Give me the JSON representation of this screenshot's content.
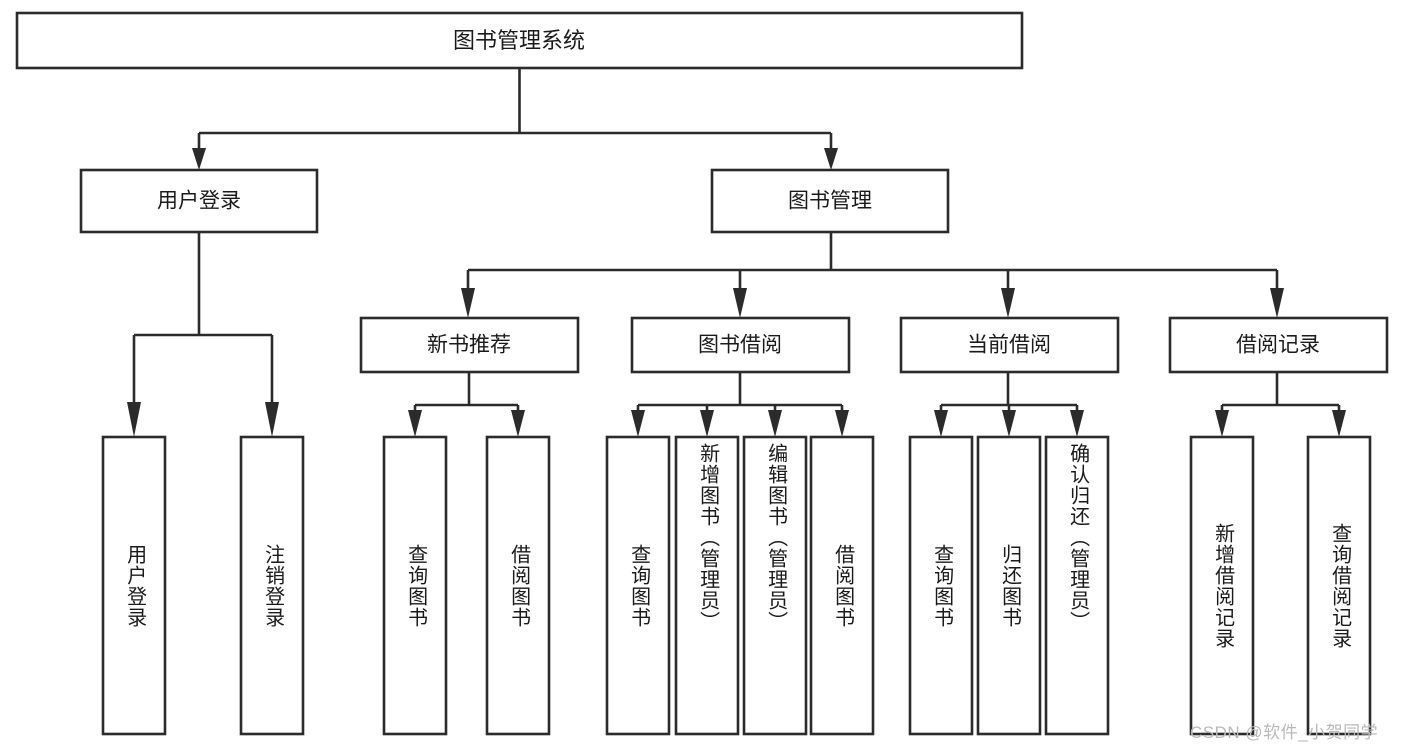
{
  "diagram": {
    "type": "tree-hierarchy",
    "title": "图书管理系统",
    "root": {
      "id": "root",
      "label": "图书管理系统",
      "orientation": "horizontal"
    },
    "level1": [
      {
        "id": "user-login",
        "label": "用户登录",
        "orientation": "horizontal"
      },
      {
        "id": "book-manage",
        "label": "图书管理",
        "orientation": "horizontal"
      }
    ],
    "level2": [
      {
        "id": "new-book-recommend",
        "label": "新书推荐",
        "parent": "book-manage",
        "orientation": "horizontal"
      },
      {
        "id": "book-borrow",
        "label": "图书借阅",
        "parent": "book-manage",
        "orientation": "horizontal"
      },
      {
        "id": "current-borrow",
        "label": "当前借阅",
        "parent": "book-manage",
        "orientation": "horizontal"
      },
      {
        "id": "borrow-record",
        "label": "借阅记录",
        "parent": "book-manage",
        "orientation": "horizontal"
      }
    ],
    "leaves": [
      {
        "id": "leaf-user-login",
        "label": "用户登录",
        "parent": "user-login",
        "orientation": "vertical"
      },
      {
        "id": "leaf-user-logout",
        "label": "注销登录",
        "parent": "user-login",
        "orientation": "vertical"
      },
      {
        "id": "leaf-rec-query-book",
        "label": "查询图书",
        "parent": "new-book-recommend",
        "orientation": "vertical"
      },
      {
        "id": "leaf-rec-borrow-book",
        "label": "借阅图书",
        "parent": "new-book-recommend",
        "orientation": "vertical"
      },
      {
        "id": "leaf-bb-query-book",
        "label": "查询图书",
        "parent": "book-borrow",
        "orientation": "vertical"
      },
      {
        "id": "leaf-bb-add-book",
        "label": "新增图书（管理员）",
        "parent": "book-borrow",
        "orientation": "vertical"
      },
      {
        "id": "leaf-bb-edit-book",
        "label": "编辑图书（管理员）",
        "parent": "book-borrow",
        "orientation": "vertical"
      },
      {
        "id": "leaf-bb-borrow-book",
        "label": "借阅图书",
        "parent": "book-borrow",
        "orientation": "vertical"
      },
      {
        "id": "leaf-cb-query-book",
        "label": "查询图书",
        "parent": "current-borrow",
        "orientation": "vertical"
      },
      {
        "id": "leaf-cb-return-book",
        "label": "归还图书",
        "parent": "current-borrow",
        "orientation": "vertical"
      },
      {
        "id": "leaf-cb-confirm-return",
        "label": "确认归还（管理员）",
        "parent": "current-borrow",
        "orientation": "vertical"
      },
      {
        "id": "leaf-br-add-record",
        "label": "新增借阅记录",
        "parent": "borrow-record",
        "orientation": "vertical"
      },
      {
        "id": "leaf-br-query-record",
        "label": "查询借阅记录",
        "parent": "borrow-record",
        "orientation": "vertical"
      }
    ],
    "colors": {
      "stroke": "#2b2b2b",
      "fill": "#ffffff",
      "text": "#1a1a1a",
      "watermark": "#b9b9b9",
      "background": "#ffffff"
    }
  },
  "watermark": {
    "text": "CSDN @软件_小贺同学"
  }
}
